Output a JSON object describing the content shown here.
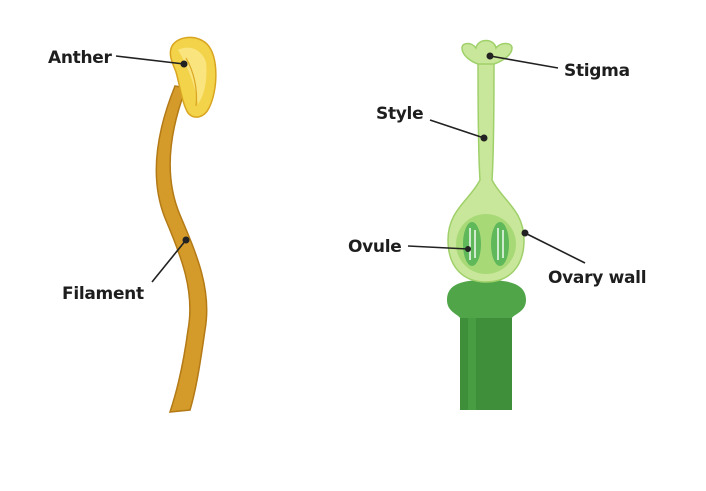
{
  "labels": {
    "anther": "Anther",
    "filament": "Filament",
    "stigma": "Stigma",
    "style": "Style",
    "ovule": "Ovule",
    "ovary_wall": "Ovary wall"
  },
  "colors": {
    "filament": "#d49a2a",
    "filament_outline": "#b37a16",
    "anther": "#f3d34a",
    "anther_highlight": "#fbe98a",
    "anther_outline": "#d9a520",
    "pistil_light": "#c9e79a",
    "pistil_outline": "#9fd06a",
    "ovary": "#a8d977",
    "ovule": "#5fb85a",
    "ovule_outline": "#ffffff",
    "stalk": "#3f8f3a",
    "stalk_light": "#4fa547",
    "leader_line": "#222222"
  }
}
